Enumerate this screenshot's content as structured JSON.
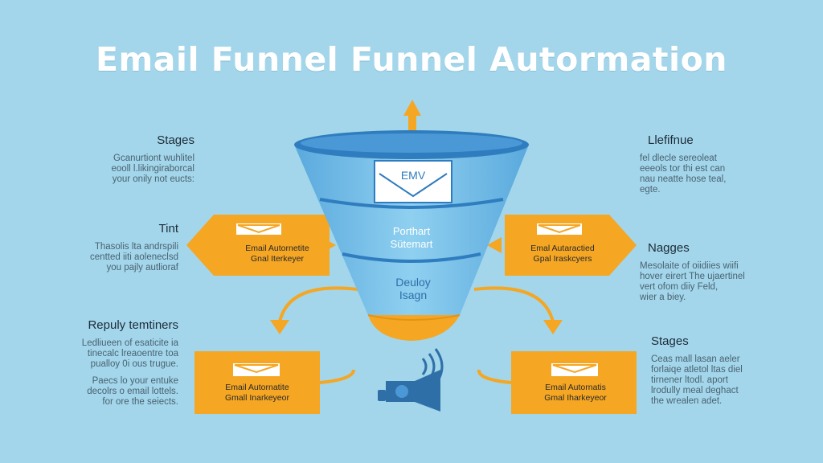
{
  "title": "Email Funnel  Funnel Autormation",
  "left": [
    {
      "heading": "Stages",
      "lines": [
        "Gcanurtiont wuhlitel",
        "eooll l.likingiraborcal",
        "your onily not eucts:"
      ]
    },
    {
      "heading": "Tint",
      "lines": [
        "Thasolis lta andrspili",
        "centted iiti aoleneclsd",
        "you pajly autlioraf"
      ]
    },
    {
      "heading": "Repuly temtiners",
      "lines": [
        "Ledliueen of esaticite ia",
        "tinecalc lreaoentre toa",
        "pualloy 0i ous trugue."
      ],
      "lines2": [
        "Paecs lo your entuke",
        "decolrs o email lottels.",
        "for ore the seiects."
      ]
    }
  ],
  "right": [
    {
      "heading": "Llefifnue",
      "lines": [
        "fel dlecle sereoleat",
        "eeeols tor thi est can",
        "nau neatte hose teal,",
        "egte."
      ]
    },
    {
      "heading": "Nagges",
      "lines": [
        "Mesolaite of oiidiies wiifi",
        "hover eirert The ujaertinel",
        "vert ofom diiy Feld,",
        "wier a biey."
      ]
    },
    {
      "heading": "Stages",
      "lines": [
        "Ceas mall lasan aeler",
        "forlaiqe atletol ltas diel",
        "tirnener ltodl. aport",
        "lrodully meal deghact",
        "the wrealen adet."
      ]
    }
  ],
  "funnel": {
    "icon_text": "EMV",
    "mid_line1": "Porthart",
    "mid_line2": "Sütemart",
    "low_line1": "Deuloy",
    "low_line2": "Isagn"
  },
  "cards": {
    "left_mid": [
      "Email Autornetite",
      "Gnal Iterkeyer"
    ],
    "right_mid": [
      "Emal Autaractied",
      "Gpal Iraskcyers"
    ],
    "left_bottom": [
      "Email Autornatite",
      "Gmall Inarkeyeor"
    ],
    "right_bottom": [
      "Email Autornatis",
      "Gmal Iharkeyeor"
    ]
  },
  "colors": {
    "background": "#a3d6ea",
    "orange": "#f5a623",
    "funnel_dark": "#3f8fcc",
    "funnel_light": "#8fcbed",
    "title": "#ffffff"
  }
}
